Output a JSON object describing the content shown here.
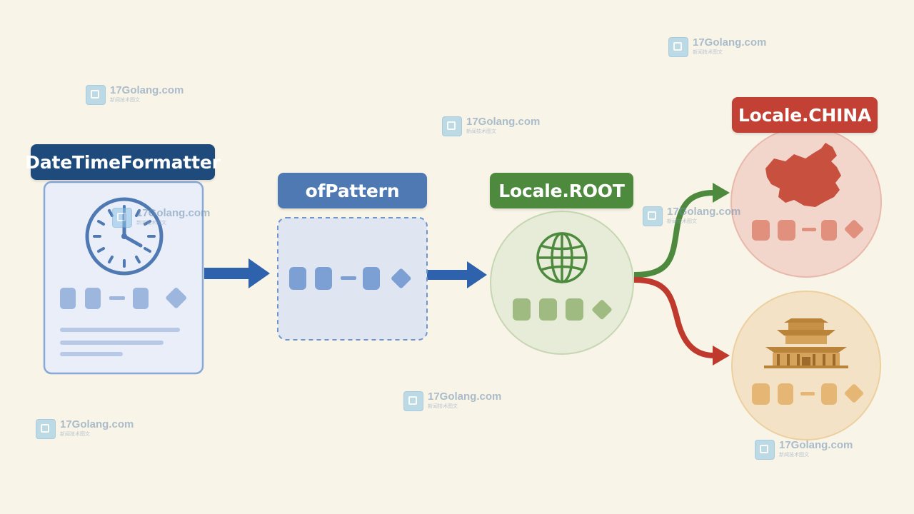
{
  "nodes": {
    "formatter": {
      "label": "DateTimeFormatter",
      "color": "#1f4a7c"
    },
    "pattern": {
      "label": "ofPattern",
      "color": "#4f79b2"
    },
    "root": {
      "label": "Locale.ROOT",
      "color": "#4e8a3e"
    },
    "china": {
      "label": "Locale.CHINA",
      "color": "#c24134"
    }
  },
  "colors": {
    "background": "#f8f4e8",
    "arrow_blue": "#2f62ad",
    "arrow_green": "#4e8a3e",
    "arrow_red": "#bf3a2c",
    "doc_fill": "#e9eef8",
    "doc_border": "#88a8d8",
    "root_fill": "#e6ecd8",
    "china_fill": "#f2d6cc",
    "palace_fill": "#f4e2c6"
  },
  "icons": [
    "clock-icon",
    "globe-icon",
    "china-map-icon",
    "palace-icon"
  ],
  "watermark": {
    "text": "17Golang.com",
    "subtext": "新闻技术图文"
  }
}
